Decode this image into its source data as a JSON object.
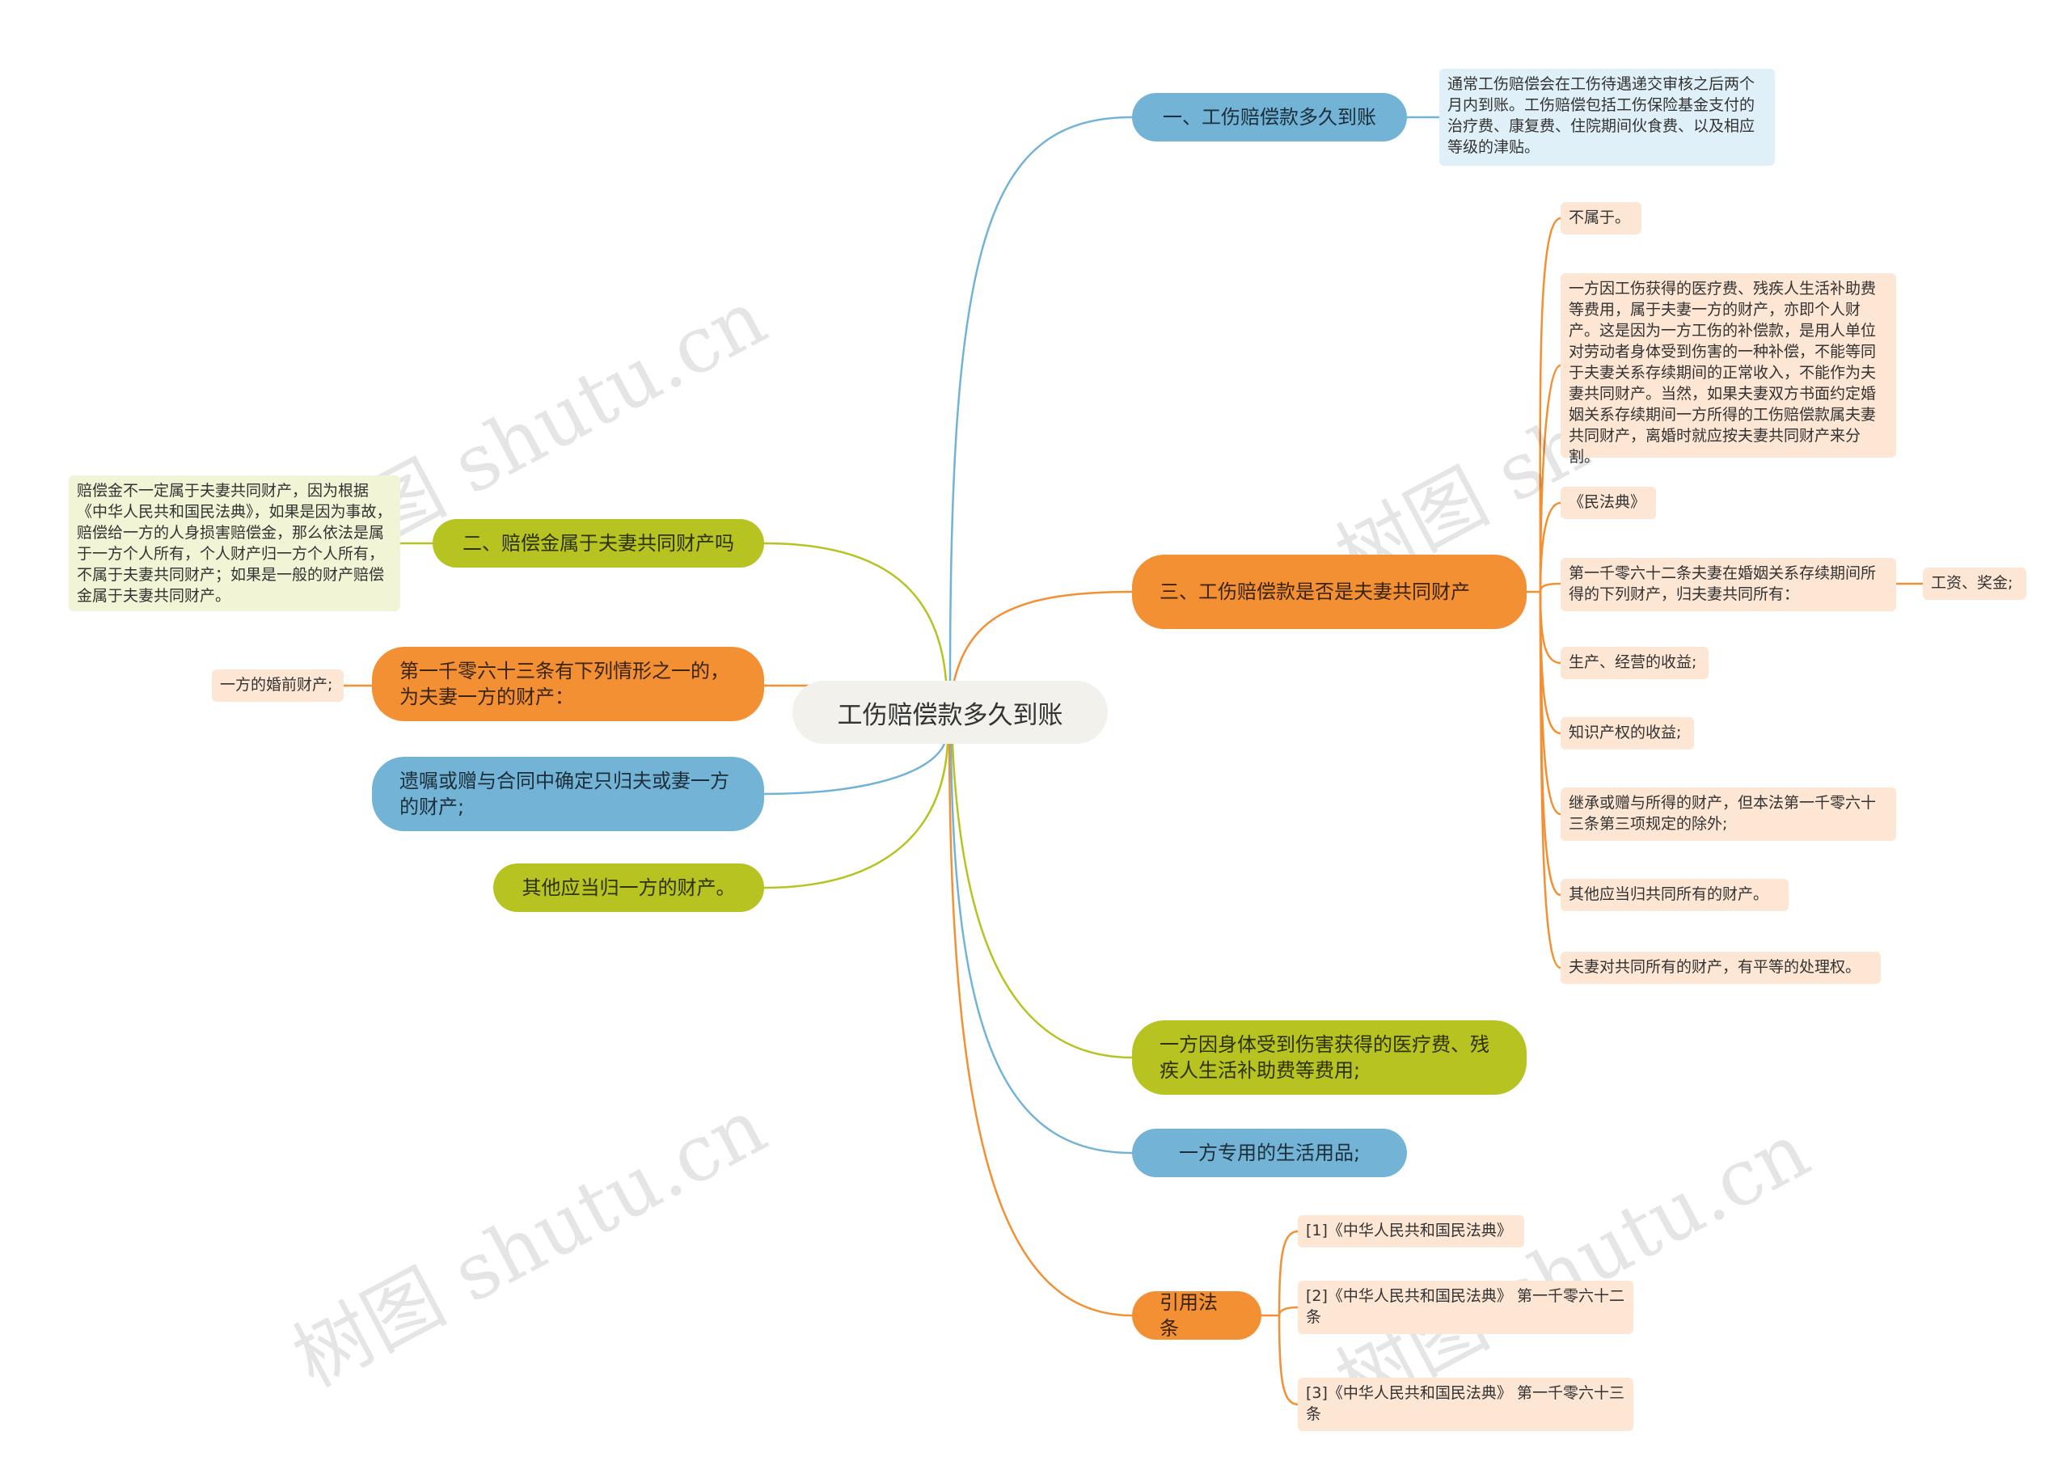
{
  "root": {
    "label": "工伤赔偿款多久到账"
  },
  "branches": {
    "b1": {
      "label": "一、工伤赔偿款多久到账"
    },
    "b2": {
      "label": "二、赔偿金属于夫妻共同财产吗"
    },
    "b3": {
      "label": "三、工伤赔偿款是否是夫妻共同财产"
    },
    "b4": {
      "label": "第一千零六十三条有下列情形之一的，为夫妻一方的财产："
    },
    "b5": {
      "label": "遗嘱或赠与合同中确定只归夫或妻一方的财产;"
    },
    "b6": {
      "label": "其他应当归一方的财产。"
    },
    "b7": {
      "label": "一方因身体受到伤害获得的医疗费、残疾人生活补助费等费用;"
    },
    "b8": {
      "label": "一方专用的生活用品;"
    },
    "b9": {
      "label": "引用法条"
    }
  },
  "leaves": {
    "b1_text": "通常工伤赔偿会在工伤待遇递交审核之后两个月内到账。工伤赔偿包括工伤保险基金支付的治疗费、康复费、住院期间伙食费、以及相应等级的津贴。",
    "b2_text": "赔偿金不一定属于夫妻共同财产，因为根据《中华人民共和国民法典》，如果是因为事故，赔偿给一方的人身损害赔偿金，那么依法是属于一方个人所有，个人财产归一方个人所有，不属于夫妻共同财产；如果是一般的财产赔偿金属于夫妻共同财产。",
    "b4_text": "一方的婚前财产;",
    "b3_items": [
      "不属于。",
      "一方因工伤获得的医疗费、残疾人生活补助费等费用，属于夫妻一方的财产，亦即个人财产。这是因为一方工伤的补偿款，是用人单位对劳动者身体受到伤害的一种补偿，不能等同于夫妻关系存续期间的正常收入，不能作为夫妻共同财产。当然，如果夫妻双方书面约定婚姻关系存续期间一方所得的工伤赔偿款属夫妻共同财产，离婚时就应按夫妻共同财产来分割。",
      "《民法典》",
      "第一千零六十二条夫妻在婚姻关系存续期间所得的下列财产，归夫妻共同所有：",
      "生产、经营的收益;",
      "知识产权的收益;",
      "继承或赠与所得的财产，但本法第一千零六十三条第三项规定的除外;",
      "其他应当归共同所有的财产。",
      "夫妻对共同所有的财产，有平等的处理权。"
    ],
    "b3_sub": "工资、奖金;",
    "b9_items": [
      "[1]《中华人民共和国民法典》",
      "[2]《中华人民共和国民法典》 第一千零六十二条",
      "[3]《中华人民共和国民法典》 第一千零六十三条"
    ]
  },
  "watermark": "树图 shutu.cn",
  "colors": {
    "blue": "#72b3d6",
    "orange": "#f39033",
    "olive": "#b6c321"
  }
}
